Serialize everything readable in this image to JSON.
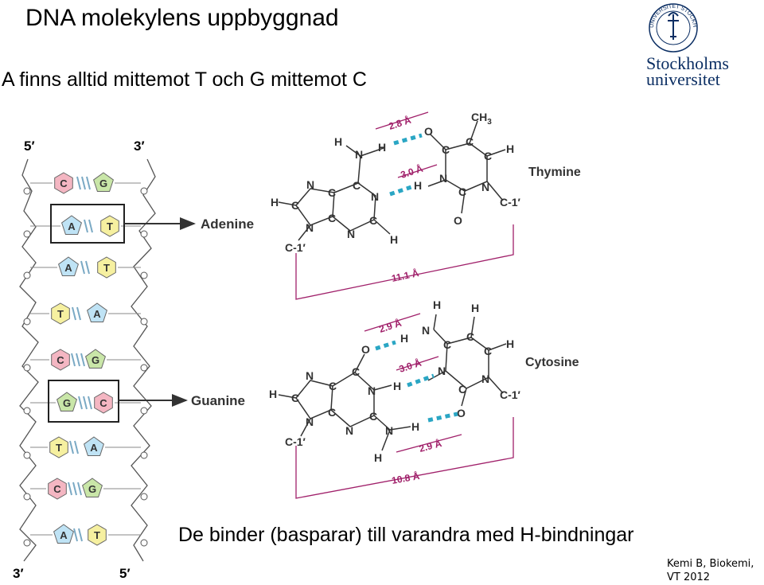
{
  "header": {
    "title": "DNA molekylens uppbyggnad",
    "subtitle": "A finns alltid mittemot T och G mittemot C"
  },
  "logo": {
    "line1": "Stockholms",
    "line2": "universitet",
    "seal_text": "UNIVERSITET STOCKHOLMS"
  },
  "helix": {
    "top_left": "5′",
    "top_right": "3′",
    "bottom_left": "3′",
    "bottom_right": "5′",
    "pairs": [
      {
        "left": "C",
        "right": "G"
      },
      {
        "left": "A",
        "right": "T"
      },
      {
        "left": "A",
        "right": "T"
      },
      {
        "left": "T",
        "right": "A"
      },
      {
        "left": "C",
        "right": "G"
      },
      {
        "left": "G",
        "right": "C"
      },
      {
        "left": "T",
        "right": "A"
      },
      {
        "left": "C",
        "right": "G"
      },
      {
        "left": "A",
        "right": "T"
      }
    ],
    "callout_top": "Adenine",
    "callout_bottom": "Guanine"
  },
  "at_pair": {
    "name_right": "Thymine",
    "dist_1": "2.8 Å",
    "dist_2": "3.0 Å",
    "span": "11.1 Å",
    "ch3": "CH",
    "ch3_sub": "3",
    "c1_left": "C-1′",
    "c1_right": "C-1′"
  },
  "gc_pair": {
    "name_right": "Cytosine",
    "dist_1": "2.9 Å",
    "dist_2": "3.0 Å",
    "dist_3": "2.9 Å",
    "span": "10.8 Å",
    "c1_left": "C-1′",
    "c1_right": "C-1′"
  },
  "footer": {
    "caption": "De binder (basparar) till varandra med H-bindningar",
    "credit_line1": "Kemi B, Biokemi,",
    "credit_line2": "VT 2012"
  },
  "colors": {
    "A": "#bfe3f5",
    "T": "#f6f0a0",
    "G": "#c9e6a8",
    "C": "#f4b6c2",
    "hbond": "#2aa6c4",
    "span": "#a0206a",
    "brand": "#0b2e63"
  }
}
